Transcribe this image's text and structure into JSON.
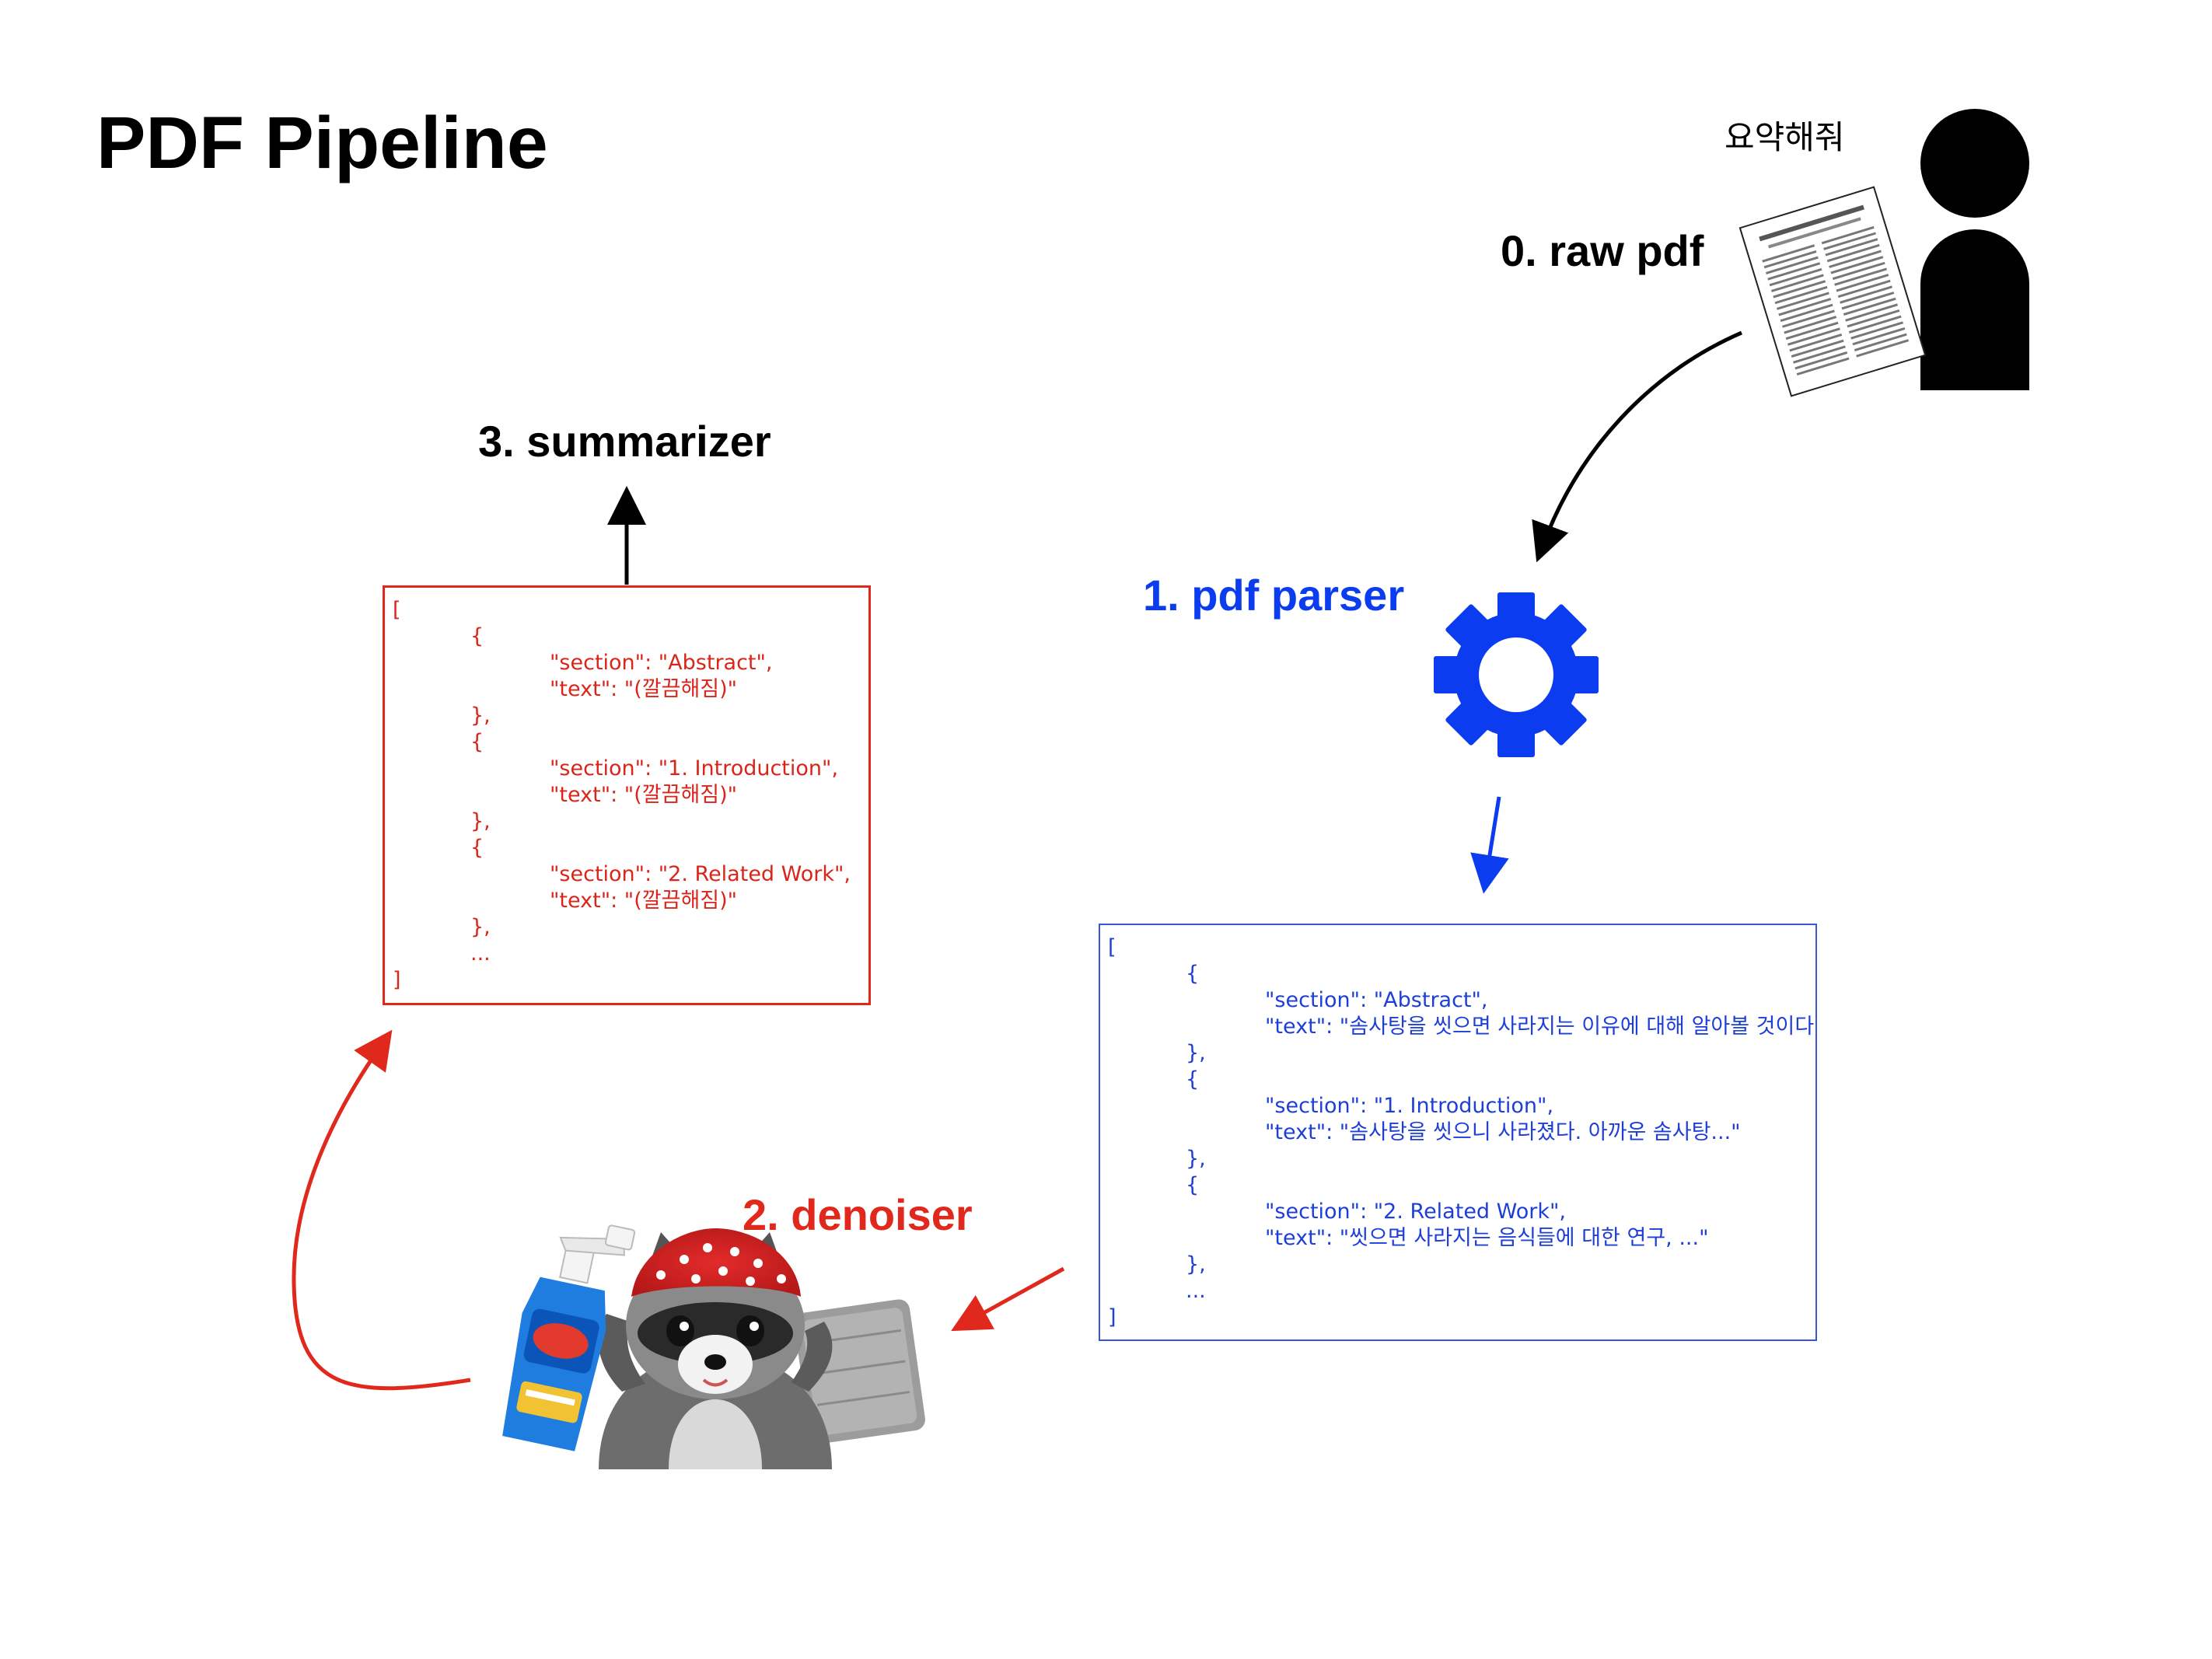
{
  "title": "PDF Pipeline",
  "user_request": "요약해줘",
  "steps": {
    "raw_pdf": "0. raw pdf",
    "parser": "1. pdf parser",
    "denoiser": "2. denoiser",
    "summarizer": "3. summarizer"
  },
  "parsed_json_lines": [
    {
      "indent": 0,
      "text": "["
    },
    {
      "indent": 1,
      "text": "{"
    },
    {
      "indent": 2,
      "text": "\"section\": \"Abstract\","
    },
    {
      "indent": 2,
      "text": "\"text\": \"솜사탕을 씻으면 사라지는 이유에 대해 알아볼 것이다\""
    },
    {
      "indent": 1,
      "text": "},"
    },
    {
      "indent": 1,
      "text": "{"
    },
    {
      "indent": 2,
      "text": "\"section\": \"1. Introduction\","
    },
    {
      "indent": 2,
      "text": "\"text\": \"솜사탕을 씻으니 사라졌다. 아까운 솜사탕...\""
    },
    {
      "indent": 1,
      "text": "},"
    },
    {
      "indent": 1,
      "text": "{"
    },
    {
      "indent": 2,
      "text": "\"section\": \"2. Related Work\","
    },
    {
      "indent": 2,
      "text": "\"text\": \"씻으면 사라지는 음식들에 대한 연구, ...\""
    },
    {
      "indent": 1,
      "text": "},"
    },
    {
      "indent": 1,
      "text": "..."
    },
    {
      "indent": 0,
      "text": "]"
    }
  ],
  "clean_json_lines": [
    {
      "indent": 0,
      "text": "["
    },
    {
      "indent": 1,
      "text": "{"
    },
    {
      "indent": 2,
      "text": "\"section\": \"Abstract\","
    },
    {
      "indent": 2,
      "text": "\"text\": \"(깔끔해짐)\""
    },
    {
      "indent": 1,
      "text": "},"
    },
    {
      "indent": 1,
      "text": "{"
    },
    {
      "indent": 2,
      "text": "\"section\": \"1. Introduction\","
    },
    {
      "indent": 2,
      "text": "\"text\": \"(깔끔해짐)\""
    },
    {
      "indent": 1,
      "text": "},"
    },
    {
      "indent": 1,
      "text": "{"
    },
    {
      "indent": 2,
      "text": "\"section\": \"2. Related Work\","
    },
    {
      "indent": 2,
      "text": "\"text\": \"(깔끔해짐)\""
    },
    {
      "indent": 1,
      "text": "},"
    },
    {
      "indent": 1,
      "text": "..."
    },
    {
      "indent": 0,
      "text": "]"
    }
  ],
  "icons": [
    "user-icon",
    "pdf-document-icon",
    "gear-icon",
    "raccoon-cleaner-illustration"
  ],
  "colors": {
    "parser_blue": "#0b3cf0",
    "denoiser_red": "#e0281c",
    "text_black": "#000000"
  }
}
